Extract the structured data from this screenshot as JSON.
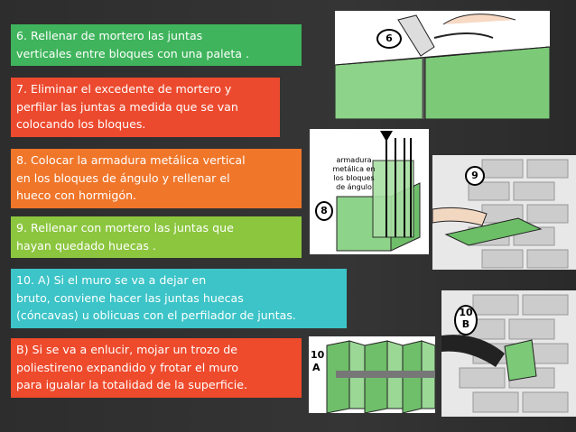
{
  "steps": [
    {
      "text": "6. Rellenar de mortero las juntas\nverticales entre bloques con una paleta .",
      "color": "#3fb45c"
    },
    {
      "text": "7. Eliminar el excedente de mortero y\nperfilar las juntas a medida que se van\ncolocando los bloques.",
      "color": "#ec4a2e"
    },
    {
      "text": "8. Colocar la armadura metálica vertical\nen los bloques de ángulo y rellenar el\nhueco con hormigón.",
      "color": "#f0762a"
    },
    {
      "text": "9. Rellenar con mortero las juntas que\nhayan quedado huecas .",
      "color": "#8cc63f"
    },
    {
      "text": "10. A) Si el muro se va a dejar en\nbruto, conviene hacer las juntas huecas\n(cóncavas) u oblicuas con el perfilador de juntas.",
      "color": "#3cc4c8"
    },
    {
      "text": "B) Si se va a enlucir, mojar un trozo de\npoliestireno expandido y frotar el muro\npara igualar la totalidad de la superficie.",
      "color": "#ee4a2c"
    }
  ],
  "figures": {
    "fig6": "6",
    "fig8": "8",
    "fig8_caption": "armadura\nmetálica en\nlos bloques\nde ángulo",
    "fig9": "9",
    "fig10a_num": "10",
    "fig10a_letter": "A",
    "fig10b_num": "10",
    "fig10b_letter": "B"
  }
}
